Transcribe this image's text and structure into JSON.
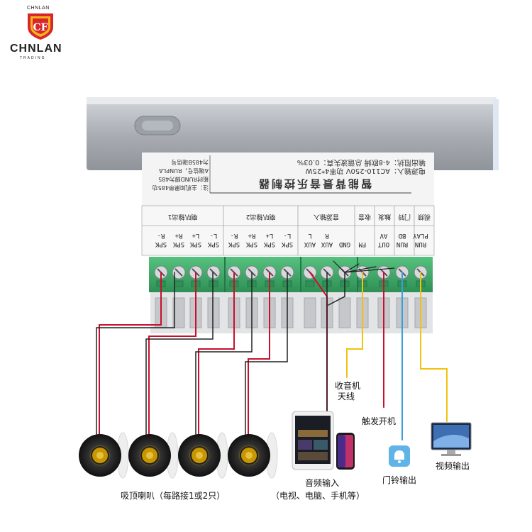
{
  "brand": {
    "top_text": "CHNLAN",
    "name": "CHNLAN",
    "sub": "TRADING",
    "logo_letters": "CF",
    "colors": {
      "primary": "#d8262b",
      "accent": "#f4b41a"
    }
  },
  "panel": {
    "title": "智能背景音乐控制器",
    "spec_lines": [
      "电源输入：AC110-250V 功率4*25W",
      "输出阻抗：4-8欧姆  总谐波失真：0.03%"
    ],
    "note_lines": [
      "注：主机如果带485功",
      "能时RUND脚为485",
      "A端信号，RUNPLA",
      "为485B端信号"
    ],
    "groups": [
      {
        "label": "喇叭输出1"
      },
      {
        "label": "喇叭输出2"
      },
      {
        "label": "音源输入"
      },
      {
        "label": "收音"
      },
      {
        "label": "触发"
      },
      {
        "label": "门铃"
      },
      {
        "label": "视频"
      }
    ],
    "pins": [
      {
        "top": "R-",
        "bottom": "SPK"
      },
      {
        "top": "R+",
        "bottom": "SPK"
      },
      {
        "top": "L+",
        "bottom": "SPK"
      },
      {
        "top": "L-",
        "bottom": "SPK"
      },
      {
        "top": "R-",
        "bottom": "SPK"
      },
      {
        "top": "R+",
        "bottom": "SPK"
      },
      {
        "top": "L+",
        "bottom": "SPK"
      },
      {
        "top": "L-",
        "bottom": "SPK"
      },
      {
        "top": "L",
        "bottom": "AUX"
      },
      {
        "top": "R",
        "bottom": "AUX"
      },
      {
        "top": "GND",
        "bottom": ""
      },
      {
        "top": "",
        "bottom": "FM"
      },
      {
        "top": "AV",
        "bottom": "OUT"
      },
      {
        "top": "BD",
        "bottom": "RUN"
      },
      {
        "top": "PLAY",
        "bottom": "RUN"
      }
    ]
  },
  "labels": {
    "radio_antenna_line1": "收音机",
    "radio_antenna_line2": "天线",
    "trigger_power": "触发开机",
    "video_output": "视频输出",
    "doorbell_output": "门铃输出",
    "audio_input": "音频输入",
    "audio_input_devices": "（电视、电脑、手机等）",
    "ceiling_speakers": "吸顶喇叭（每路接1或2只）"
  },
  "colors": {
    "wire_red": "#c8102e",
    "wire_black": "#222222",
    "wire_blue": "#3a9fd8",
    "wire_yellow": "#f2c20f",
    "terminal_green": "#3fae6a",
    "panel_white": "#f2f2f2",
    "housing_gray": "#b8bcc2"
  }
}
